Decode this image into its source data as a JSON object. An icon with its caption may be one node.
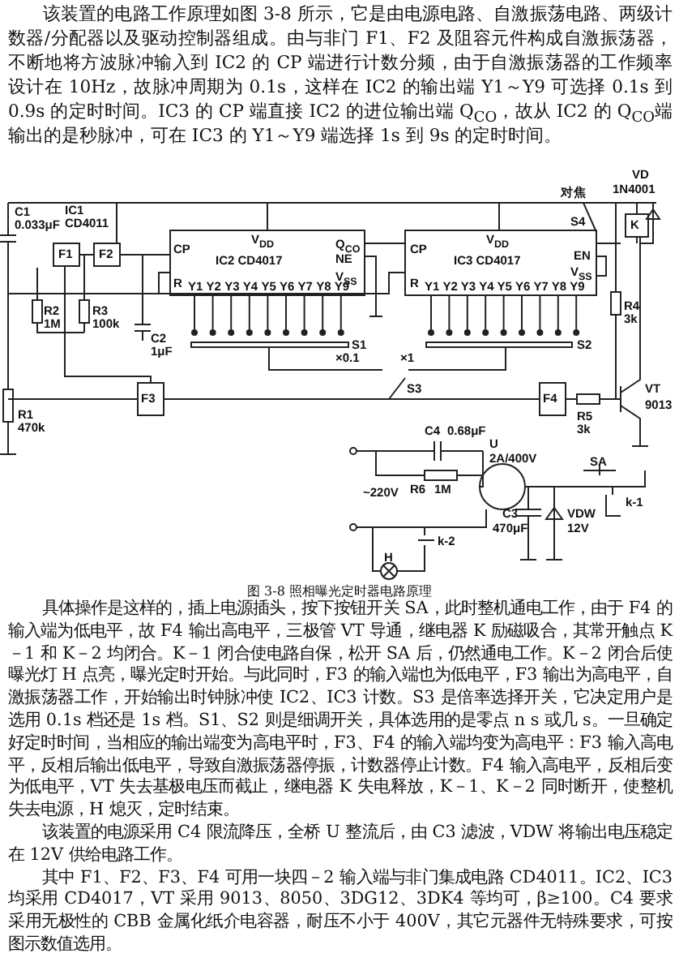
{
  "diagram": {
    "caption": "图 3-8  照相曝光定时器电路原理",
    "labels": [
      "该装置的电路工作原理如图 3-8 所示，它是由电源电路、自激振荡电路、两级计数器/分配器以及驱动控制器组成。由与非门 F1、F2 及阻容元件构成自激振荡器，不断地将方波脉冲输入到 IC2 的 CP 端进行计数分频，由于自激振荡器的工作频率设计在 10Hz，故脉冲周期为 0.1s，这样在 IC2 的输出端 Y1～Y9 可选择 0.1s 到 0.9s 的定时时间。IC3 的 CP 端直接 IC2 的进位输出端 Q$_{CO}$，故从 IC2 的 Q$_{CO}$端输出的是秒脉冲，可在 IC3 的 Y1～Y9 端选择 1s 到 9s 的定时时间。",
      "对焦",
      "VD",
      "1N4001",
      "C1",
      "0.033μF",
      "IC1",
      "CD4011",
      "F1",
      "F2",
      "V$_{DD}$",
      "CP",
      "IC2 CD4017",
      "Q$_{CO}$",
      "NE",
      "V$_{SS}$",
      "R",
      "CP",
      "V$_{DD}$",
      "IC3 CD4017",
      "EN",
      "V$_{SS}$",
      "R",
      "S4",
      "K",
      "Y1",
      "Y2",
      "Y3",
      "Y4",
      "Y5",
      "Y6",
      "Y7",
      "Y8",
      "Y9",
      "Y1",
      "Y2",
      "Y3",
      "Y4",
      "Y5",
      "Y6",
      "Y7",
      "Y8",
      "Y9",
      "R2",
      "1M",
      "R3",
      "100k",
      "C2",
      "1μF",
      "S1",
      "S2",
      "×0.1",
      "×1",
      "S3",
      "R1",
      "470k",
      "F3",
      "F4",
      "R5",
      "3k",
      "VT",
      "9013",
      "R4",
      "3k",
      "C4",
      "0.68μF",
      "U",
      "2A/400V",
      "~220V",
      "R6",
      "1M",
      "SA",
      "k-1",
      "C3",
      "470μF",
      "k-2",
      "VDW",
      "12V",
      "H",
      "具体操作是这样的，插上电源插头，按下按钮开关 SA，此时整机通电工作，由于 F4 的输入端为低电平，故 F4 输出高电平，三极管 VT 导通，继电器 K 励磁吸合，其常开触点 K－1 和 K－2 均闭合。K－1 闭合使电路自保，松开 SA 后，仍然通电工作。K－2 闭合后使曝光灯 H 点亮，曝光定时开始。与此同时，F3 的输入端也为低电平，F3 输出为高电平，自激振荡器工作，开始输出时钟脉冲使 IC2、IC3 计数。S3 是倍率选择开关，它决定用户是选用 0.1s 档还是 1s 档。S1、S2 则是细调开关，具体选用的是零点 n s 或几 s。一旦确定好定时时间，当相应的输出端变为高电平时，F3、F4 的输入端均变为高电平：F3 输入高电平，反相后输出低电平，导致自激振荡器停振，计数器停止计数。F4 输入高电平，反相后变为低电平，VT 失去基极电压而截止，继电器 K 失电释放，K－1、K－2 同时断开，使整机失去电源，H 熄灭，定时结束。",
      "该装置的电源采用 C4 限流降压，全桥 U 整流后，由 C3 滤波，VDW 将输出电压稳定在 12V 供给电路工作。",
      "其中 F1、F2、F3、F4 可用一块四－2 输入端与非门集成电路 CD4011。IC2、IC3 均采用 CD4017，VT 采用 9013、8050、3DG12、3DK4 等均可，β≥100。C4 要求采用无极性的 CBB 金属化纸介电容器，耐压不小于 400V，其它元器件无特殊要求，可按图示数值选用。"
    ]
  }
}
